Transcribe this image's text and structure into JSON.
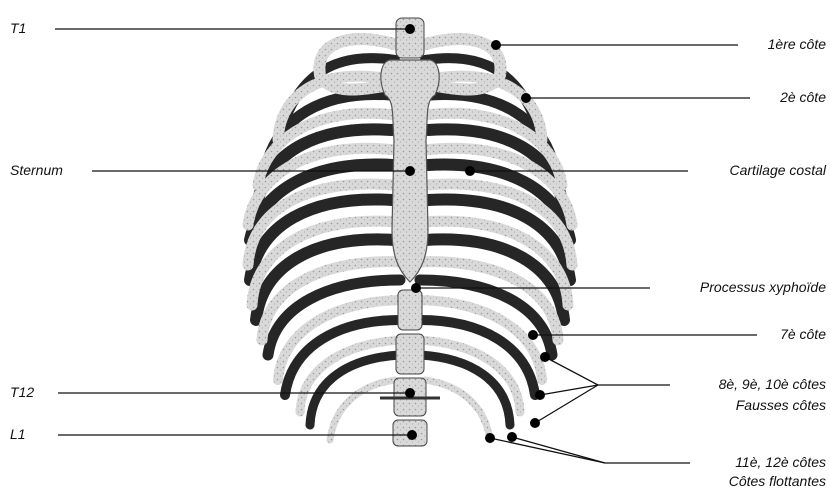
{
  "labels": {
    "t1": "T1",
    "sternum": "Sternum",
    "t12": "T12",
    "l1": "L1",
    "first_rib": "1ère côte",
    "second_rib": "2è côte",
    "costal_cartilage": "Cartilage costal",
    "xiphoid": "Processus xyphoïde",
    "seventh_rib": "7è côte",
    "false_ribs_line1": "8è, 9è, 10è côtes",
    "false_ribs_line2": "Fausses côtes",
    "floating_ribs_line1": "11è, 12è côtes",
    "floating_ribs_line2": "Côtes flottantes"
  },
  "colors": {
    "bone": "#d6d6d6",
    "bone_shadow": "#2a2a2a",
    "line": "#111111"
  }
}
